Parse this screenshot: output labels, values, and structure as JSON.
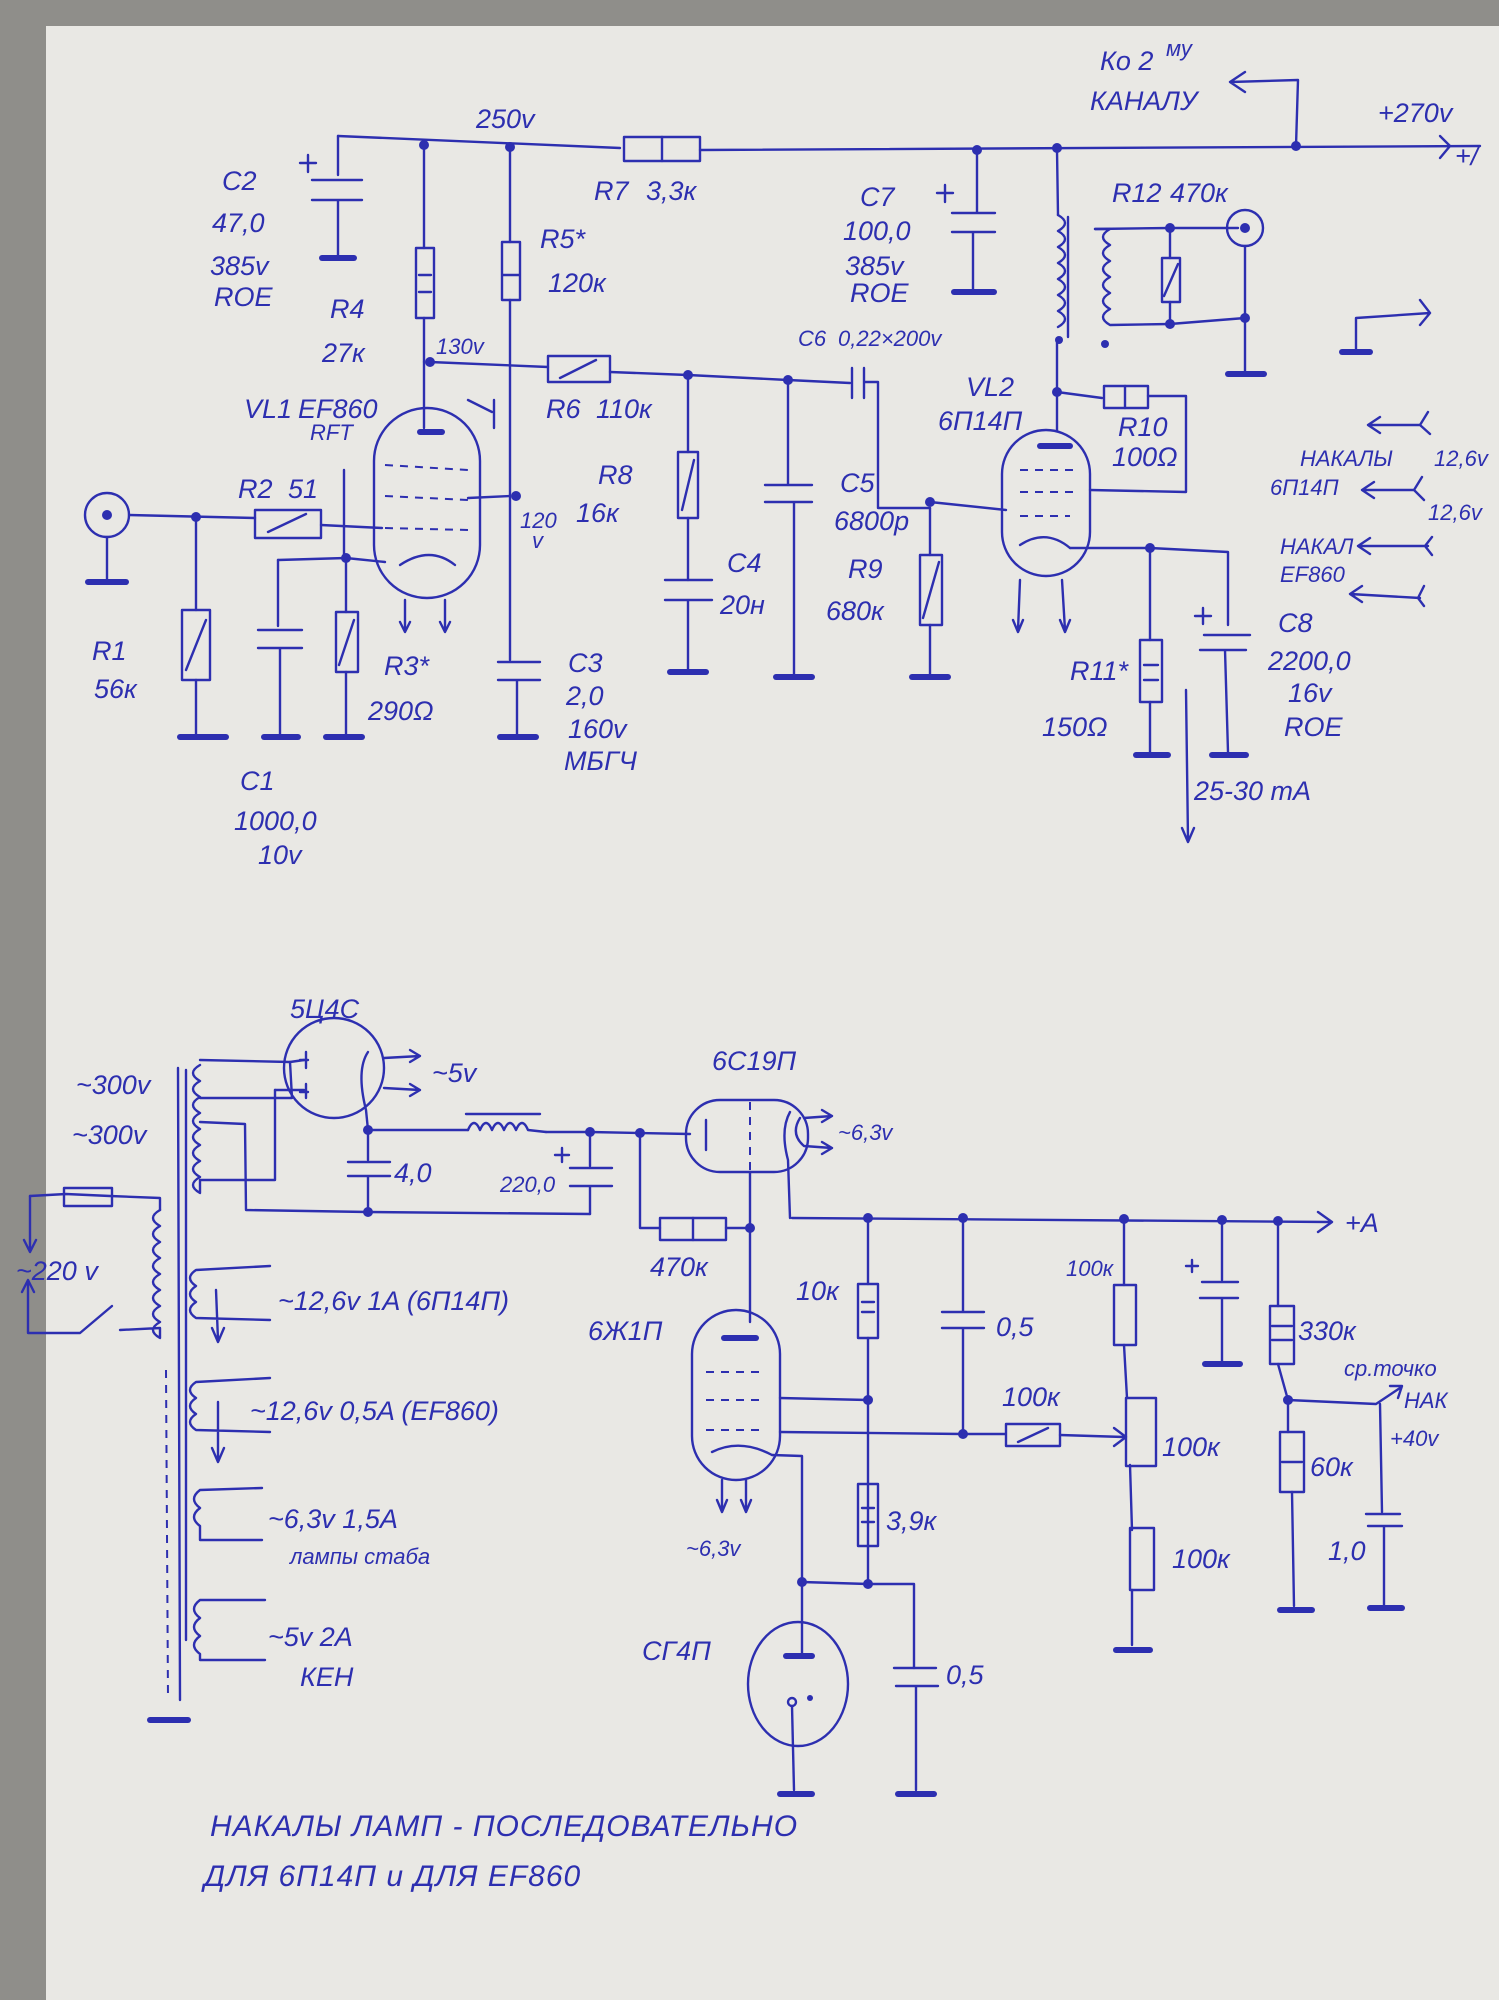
{
  "ink_color": "#2d2fb0",
  "paper_color": "#e9e8e4",
  "amplifier": {
    "node_250v": "250v",
    "node_130v": "130v",
    "node_120v_a": "120",
    "node_120v_b": "v",
    "supply_in": "+270v",
    "supply_in_tail": "+/",
    "to_second_channel_a": "Ко 2",
    "to_second_channel_sup": "му",
    "to_second_channel_b": "КАНАЛУ",
    "c2": {
      "ref": "C2",
      "value": "47,0",
      "voltage": "385v",
      "type": "ROE"
    },
    "r4": {
      "ref": "R4",
      "value": "27к"
    },
    "r5": {
      "ref": "R5*",
      "value": "120к"
    },
    "r7": {
      "ref": "R7",
      "value": "3,3к"
    },
    "r6": {
      "ref": "R6",
      "value": "110к"
    },
    "vl1": {
      "ref": "VL1",
      "type": "EF860",
      "maker": "RFT"
    },
    "r2": {
      "ref": "R2",
      "value": "51"
    },
    "r1": {
      "ref": "R1",
      "value": "56к"
    },
    "c1": {
      "ref": "C1",
      "value": "1000,0",
      "voltage": "10v"
    },
    "r3": {
      "ref": "R3*",
      "value": "290Ω"
    },
    "c3": {
      "ref": "C3",
      "value": "2,0",
      "voltage": "160v",
      "type": "МБГЧ"
    },
    "r8": {
      "ref": "R8",
      "value": "16к"
    },
    "c4": {
      "ref": "C4",
      "value": "20н"
    },
    "c5": {
      "ref": "C5",
      "value": "6800р"
    },
    "c6": {
      "ref": "C6",
      "value": "0,22×200v"
    },
    "r9": {
      "ref": "R9",
      "value": "680к"
    },
    "c7": {
      "ref": "C7",
      "value": "100,0",
      "voltage": "385v",
      "type": "ROE"
    },
    "vl2": {
      "ref": "VL2",
      "type": "6П14П"
    },
    "r10": {
      "ref": "R10",
      "value": "100Ω"
    },
    "r11": {
      "ref": "R11*",
      "value": "150Ω"
    },
    "r12": {
      "ref": "R12",
      "value": "470к"
    },
    "c8": {
      "ref": "C8",
      "value": "2200,0",
      "voltage": "16v",
      "type": "ROE"
    },
    "cathode_current": "25-30 mA",
    "heaters": {
      "label_6p14p_a": "НАКАЛЫ",
      "label_6p14p_b": "6П14П",
      "v1": "12,6v",
      "v2": "12,6v",
      "label_ef860_a": "НАКАЛ",
      "label_ef860_b": "EF860"
    }
  },
  "power_supply": {
    "rectifier": "5Ц4С",
    "rect_heater": "~5v",
    "hv1": "~300v",
    "hv2": "~300v",
    "mains": "~220 v",
    "c_reservoir": "4,0",
    "c_filter": "220,0",
    "pass_tube": "6С19П",
    "pass_heater": "~6,3v",
    "r_grid": "470к",
    "amp_tube": "6Ж1П",
    "amp_heater": "~6,3v",
    "ref_tube": "СГ4П",
    "r_10k": "10к",
    "c_05a": "0,5",
    "r_39k": "3,9к",
    "c_05b": "0,5",
    "r_100k_series": "100к",
    "div_top": "100к",
    "div_pot": "100к",
    "div_bottom": "100к",
    "r_330k": "330к",
    "r_60k": "60к",
    "c_1": "1,0",
    "output": "+A",
    "mid_a": "ср.точко",
    "mid_b": "НАК",
    "mid_c": "+40v",
    "windings": [
      {
        "text": "~12,6v 1A (6П14П)"
      },
      {
        "text": "~12,6v 0,5A (EF860)"
      },
      {
        "text": "~6,3v 1,5A"
      },
      {
        "text": "~5v 2A"
      }
    ],
    "winding_notes": [
      "лампы стаба",
      "КЕН"
    ]
  },
  "footer_note": {
    "line1": "НАКАЛЫ ЛАМП - ПОСЛЕДОВАТЕЛЬНО",
    "line2": "ДЛЯ 6П14П и ДЛЯ EF860"
  }
}
